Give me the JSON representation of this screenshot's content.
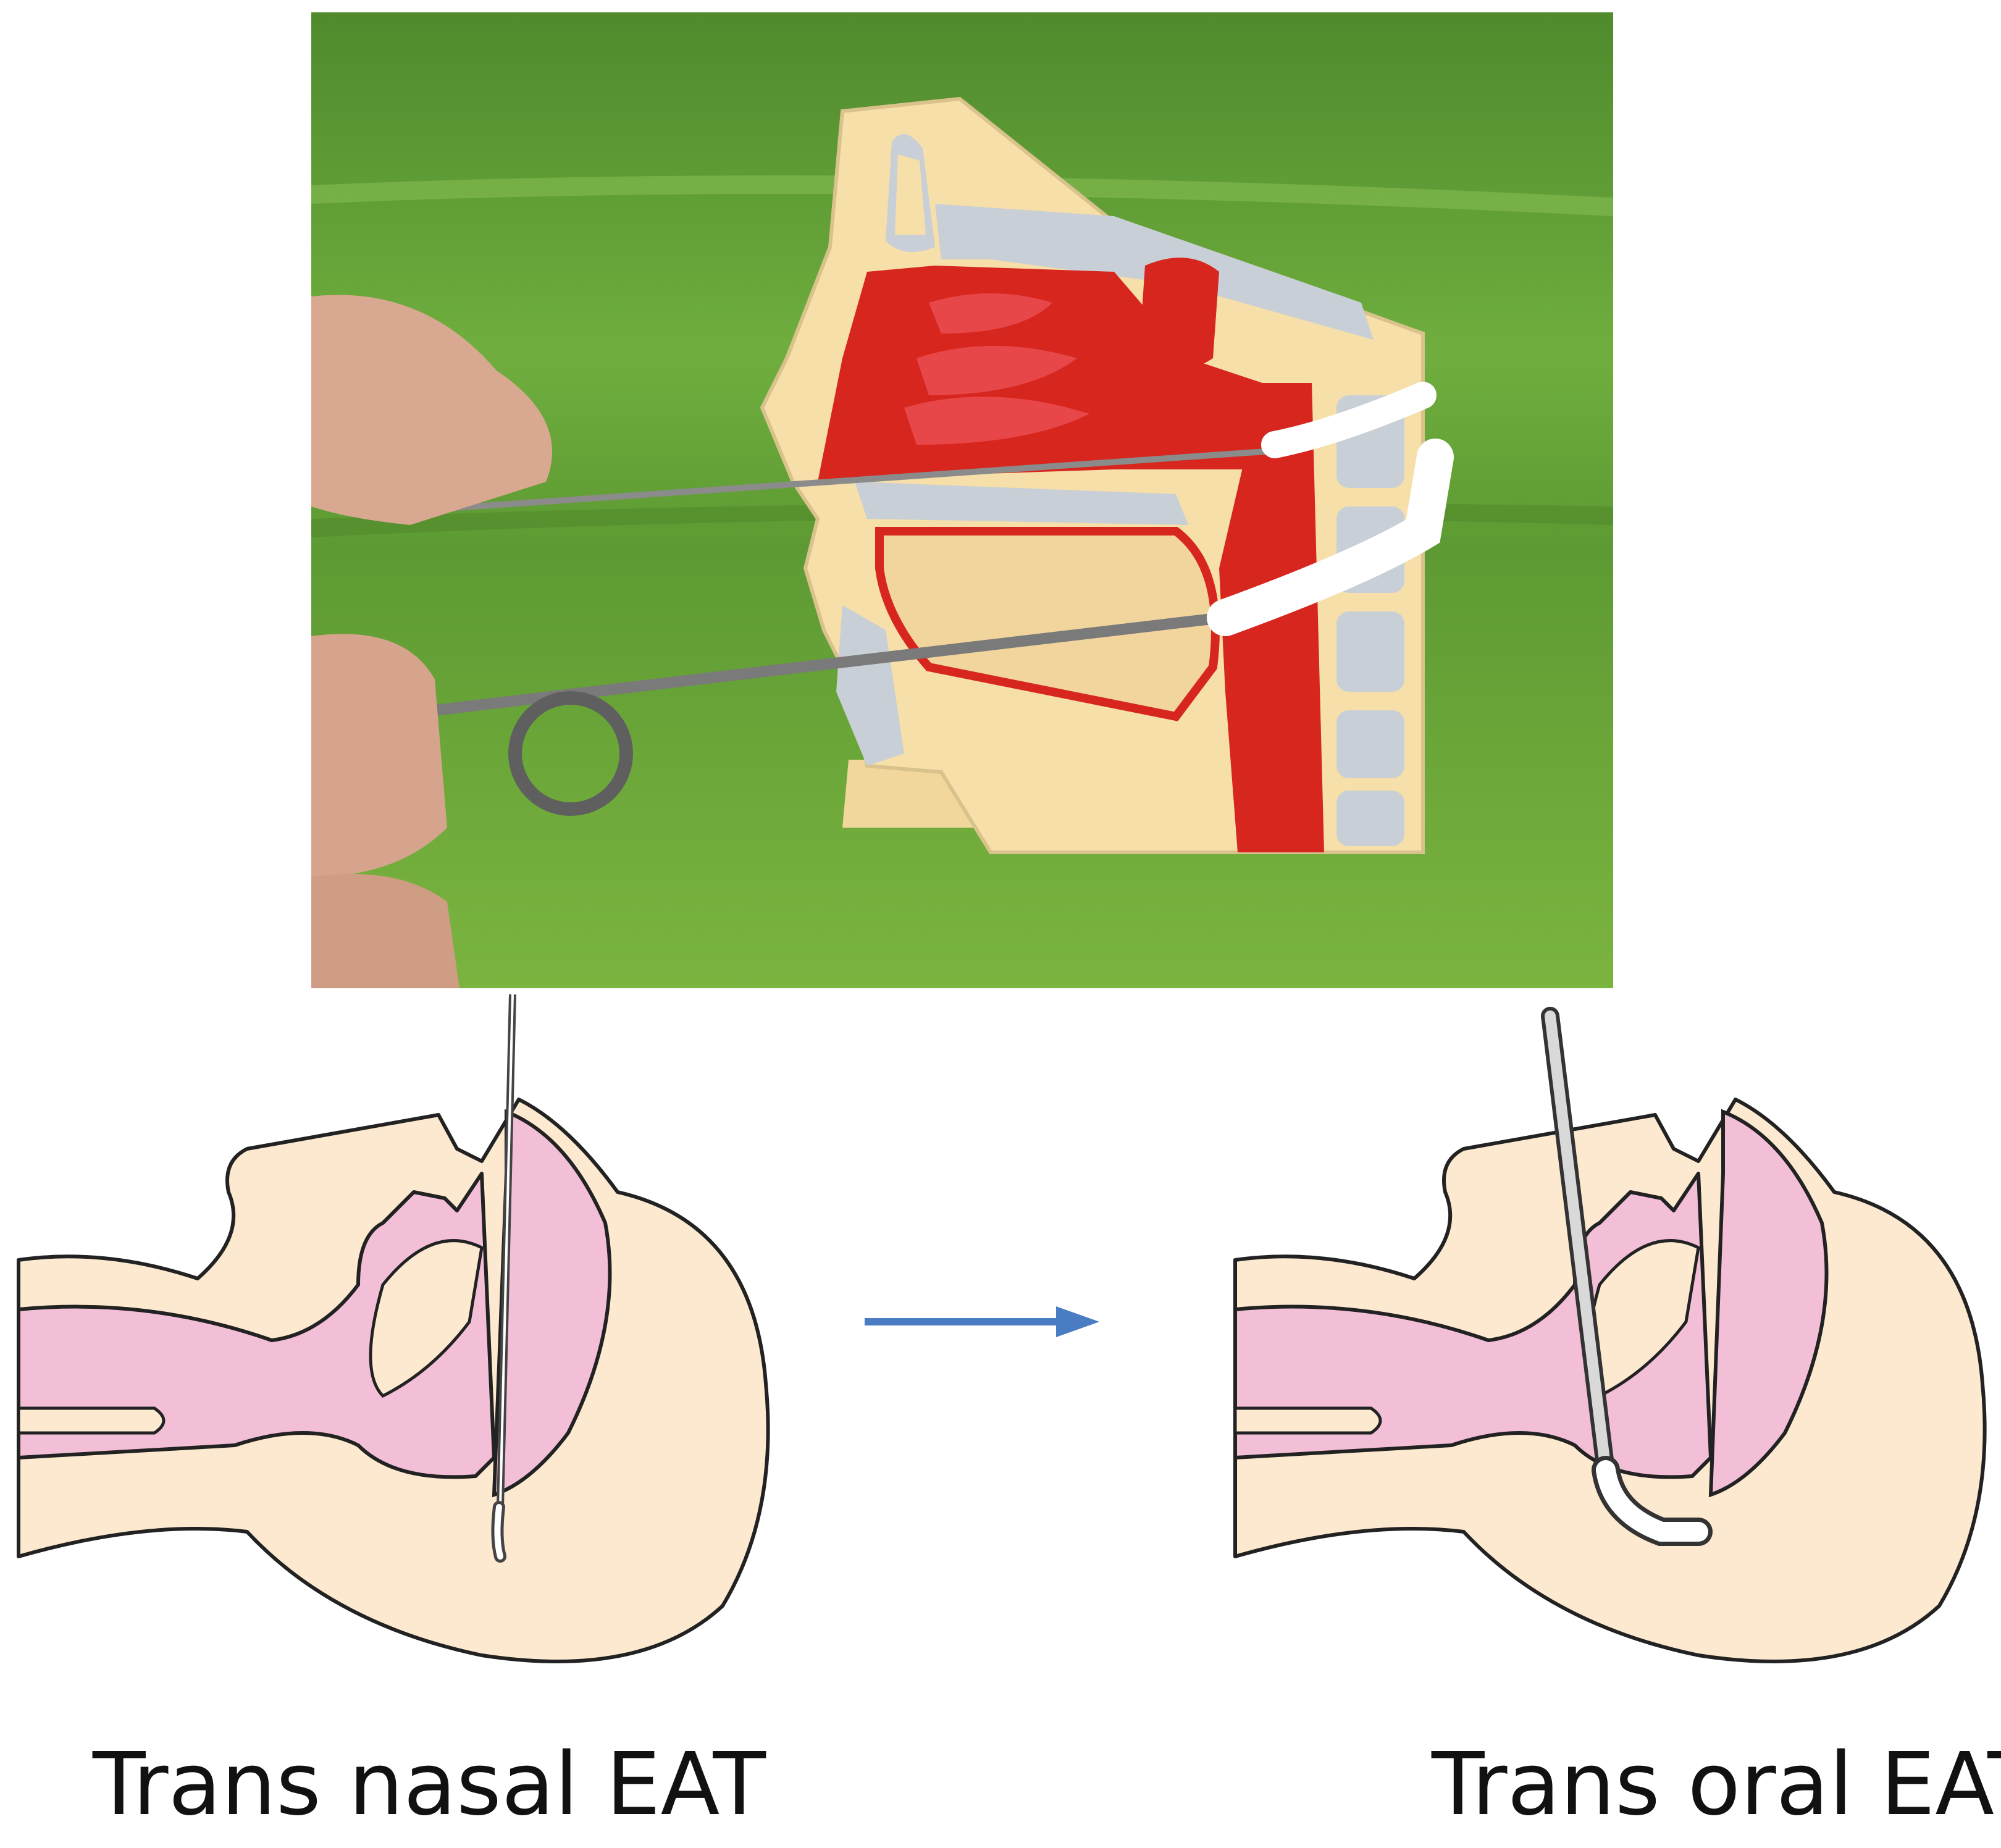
{
  "captions": {
    "left": "Trans nasal EAT",
    "right": "Trans oral EAT"
  },
  "colors": {
    "skin": "#fde9d0",
    "mucosa": "#f3bfd7",
    "outline": "#222222",
    "arrow": "#4a7cc4",
    "photo_background": "#6aa33a",
    "model_flesh": "#f6dfa8",
    "model_bone": "#c9cfd6",
    "model_mucosa": "#d7261e"
  },
  "icons": {
    "arrow": "right-arrow-icon",
    "photo": "anatomical-model-photo",
    "left_diagram": "head-sagittal-nasal-swab",
    "right_diagram": "head-sagittal-oral-swab"
  }
}
